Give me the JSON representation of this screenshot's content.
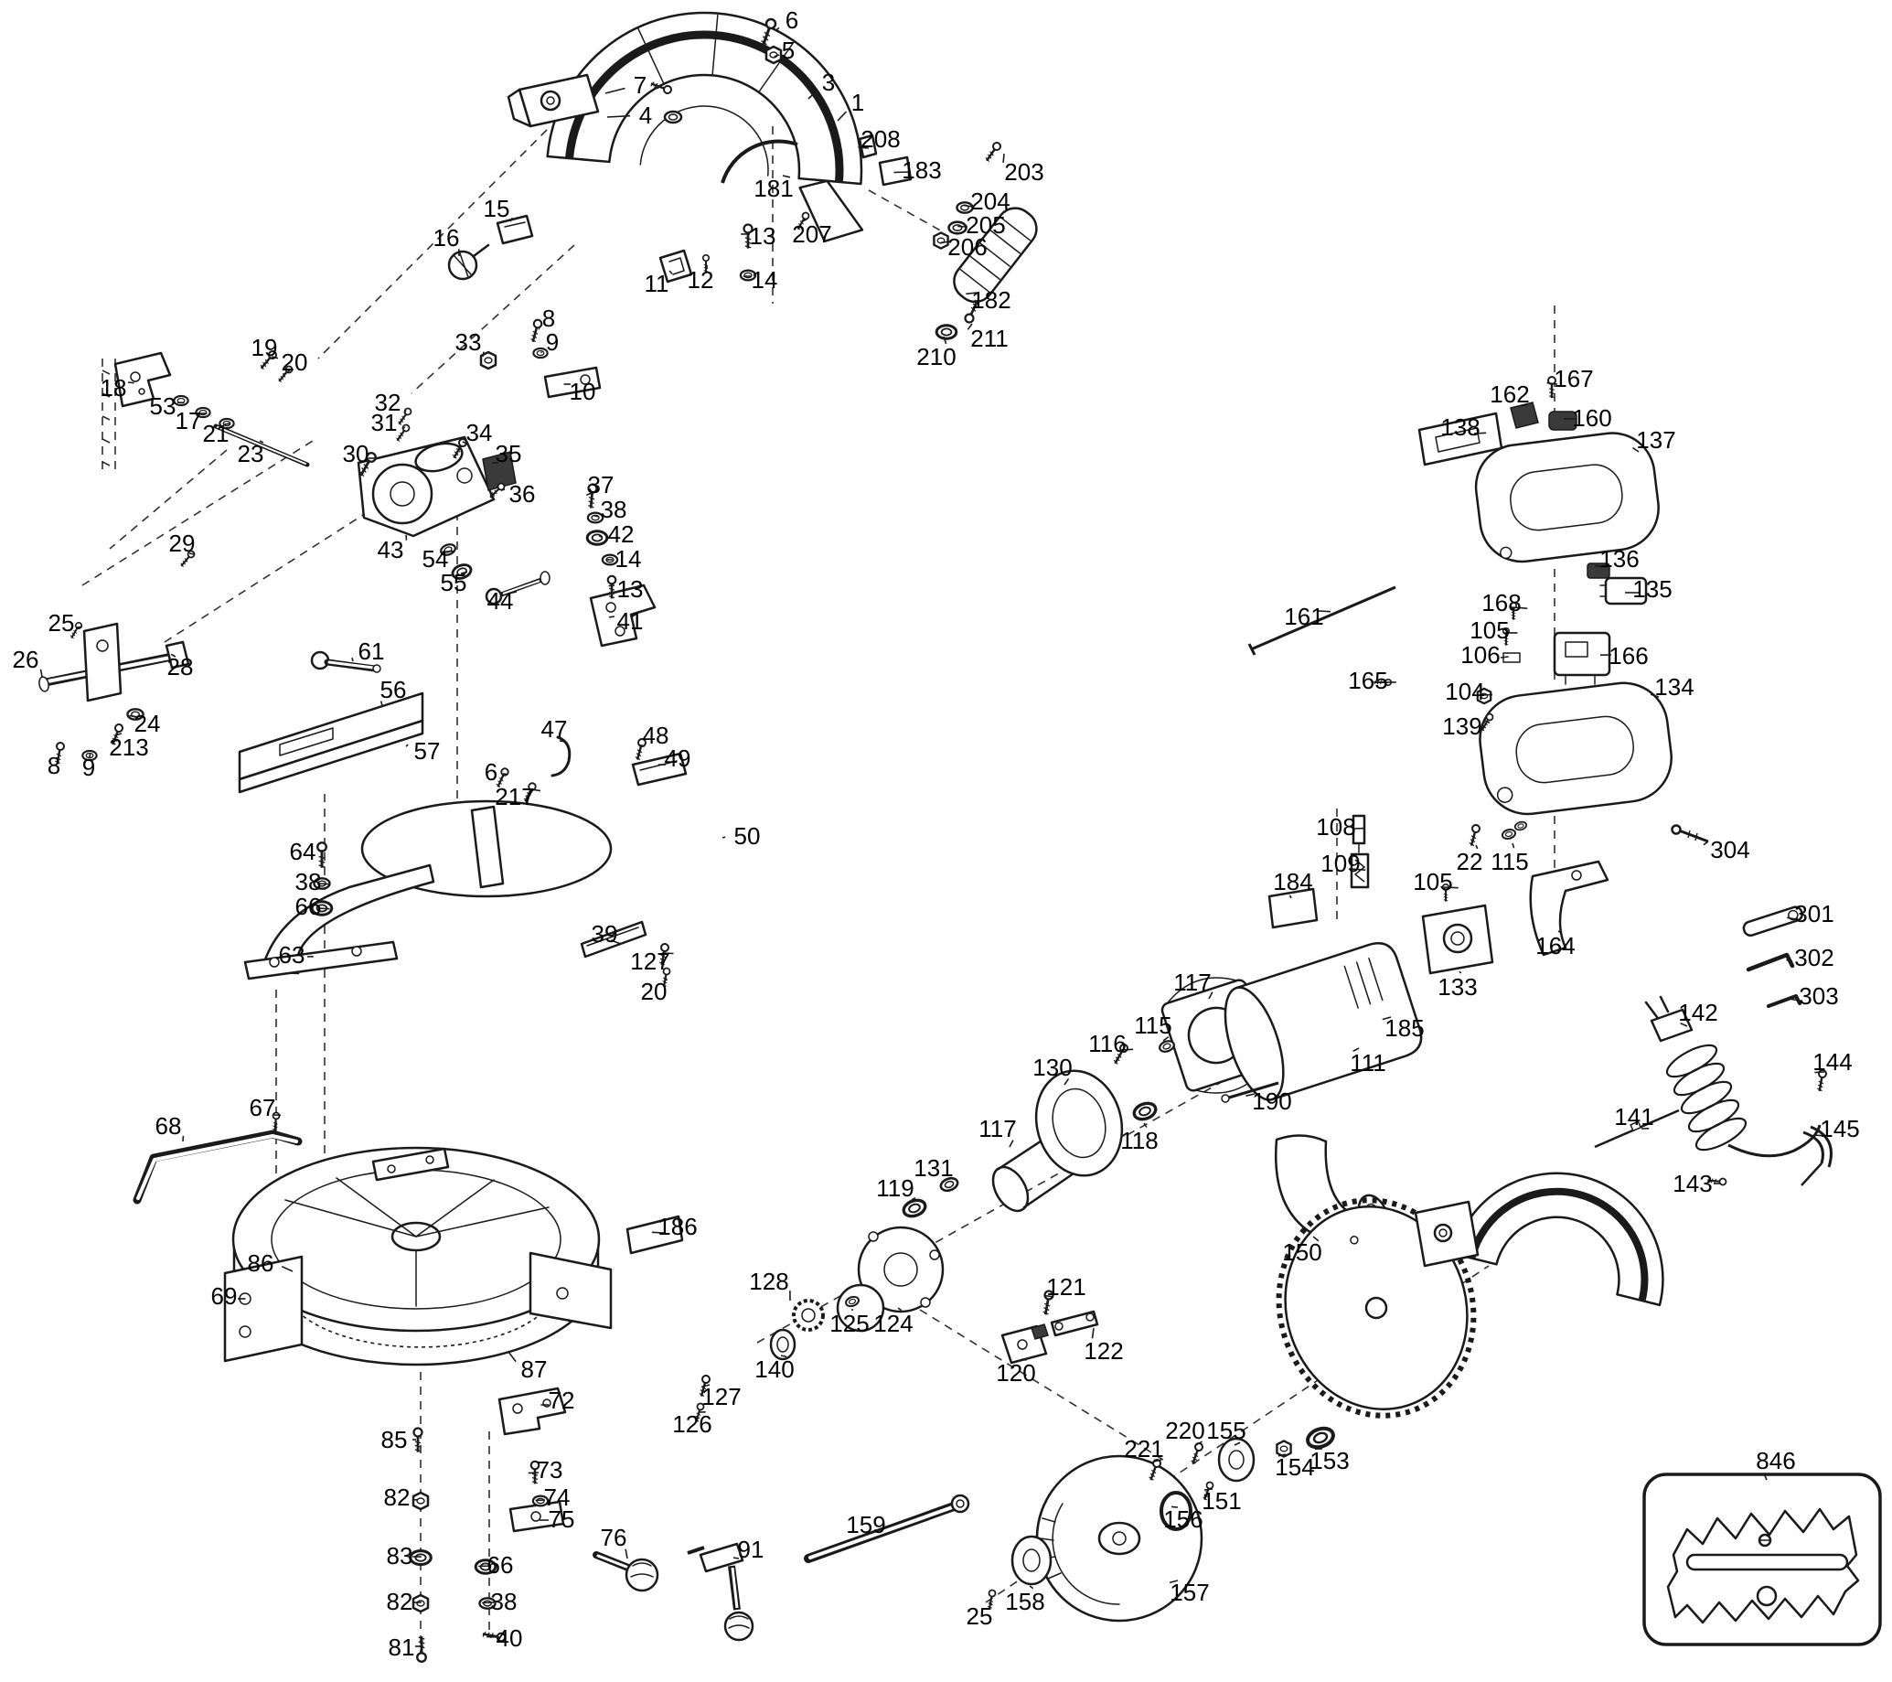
{
  "diagram": {
    "name": "miter-saw-exploded-parts-diagram",
    "ink": "#1a1a1a",
    "background": "#ffffff",
    "inset_part": "846",
    "labels": [
      [
        "6",
        866,
        22,
        848,
        34
      ],
      [
        "5",
        862,
        55,
        852,
        60
      ],
      [
        "7",
        700,
        93,
        662,
        102
      ],
      [
        "4",
        706,
        126,
        664,
        128
      ],
      [
        "3",
        906,
        90,
        884,
        108
      ],
      [
        "1",
        938,
        112,
        916,
        132
      ],
      [
        "208",
        963,
        152,
        950,
        162
      ],
      [
        "183",
        1008,
        186,
        996,
        188
      ],
      [
        "203",
        1120,
        188,
        1098,
        168
      ],
      [
        "181",
        846,
        206,
        856,
        192
      ],
      [
        "204",
        1083,
        220,
        1064,
        226
      ],
      [
        "207",
        888,
        256,
        882,
        240
      ],
      [
        "205",
        1078,
        246,
        1058,
        248
      ],
      [
        "206",
        1058,
        270,
        1040,
        264
      ],
      [
        "15",
        543,
        228,
        558,
        242
      ],
      [
        "16",
        488,
        260,
        502,
        280
      ],
      [
        "13",
        834,
        258,
        820,
        256
      ],
      [
        "11",
        718,
        310,
        732,
        296
      ],
      [
        "12",
        766,
        306,
        771,
        292
      ],
      [
        "14",
        836,
        306,
        821,
        302
      ],
      [
        "182",
        1084,
        328,
        1068,
        320
      ],
      [
        "211",
        1082,
        370,
        1063,
        354
      ],
      [
        "210",
        1024,
        390,
        1032,
        368
      ],
      [
        "8",
        600,
        348,
        590,
        360
      ],
      [
        "9",
        604,
        374,
        592,
        386
      ],
      [
        "33",
        512,
        374,
        528,
        390
      ],
      [
        "19",
        289,
        380,
        297,
        390
      ],
      [
        "20",
        322,
        396,
        317,
        405
      ],
      [
        "18",
        124,
        424,
        140,
        418
      ],
      [
        "10",
        637,
        428,
        624,
        420
      ],
      [
        "53",
        178,
        444,
        194,
        440
      ],
      [
        "32",
        424,
        440,
        442,
        452
      ],
      [
        "31",
        420,
        462,
        440,
        469
      ],
      [
        "17",
        206,
        460,
        219,
        452
      ],
      [
        "21",
        236,
        474,
        245,
        464
      ],
      [
        "34",
        524,
        473,
        510,
        485
      ],
      [
        "23",
        274,
        496,
        284,
        482
      ],
      [
        "30",
        389,
        496,
        403,
        501
      ],
      [
        "35",
        556,
        496,
        545,
        506
      ],
      [
        "36",
        571,
        540,
        552,
        535
      ],
      [
        "37",
        657,
        530,
        650,
        538
      ],
      [
        "38",
        671,
        557,
        655,
        565
      ],
      [
        "42",
        679,
        584,
        658,
        587
      ],
      [
        "43",
        427,
        601,
        444,
        585
      ],
      [
        "54",
        476,
        611,
        488,
        603
      ],
      [
        "14",
        687,
        611,
        670,
        612
      ],
      [
        "29",
        199,
        594,
        207,
        605
      ],
      [
        "55",
        496,
        637,
        504,
        627
      ],
      [
        "13",
        689,
        644,
        672,
        640
      ],
      [
        "44",
        547,
        657,
        556,
        649
      ],
      [
        "41",
        689,
        679,
        672,
        674
      ],
      [
        "25",
        67,
        681,
        84,
        686
      ],
      [
        "26",
        28,
        721,
        46,
        740
      ],
      [
        "28",
        197,
        729,
        192,
        718
      ],
      [
        "61",
        406,
        712,
        386,
        723
      ],
      [
        "56",
        430,
        754,
        418,
        772
      ],
      [
        "24",
        161,
        791,
        151,
        784
      ],
      [
        "213",
        141,
        817,
        133,
        802
      ],
      [
        "57",
        467,
        821,
        446,
        814
      ],
      [
        "8",
        59,
        837,
        65,
        822
      ],
      [
        "9",
        97,
        839,
        98,
        828
      ],
      [
        "47",
        606,
        797,
        612,
        810
      ],
      [
        "48",
        717,
        804,
        705,
        816
      ],
      [
        "6",
        537,
        844,
        550,
        846
      ],
      [
        "49",
        741,
        829,
        728,
        836
      ],
      [
        "217",
        563,
        871,
        580,
        863
      ],
      [
        "50",
        817,
        914,
        790,
        916
      ],
      [
        "64",
        331,
        931,
        348,
        930
      ],
      [
        "38",
        337,
        964,
        348,
        966
      ],
      [
        "66",
        337,
        991,
        348,
        993
      ],
      [
        "63",
        319,
        1044,
        336,
        1046
      ],
      [
        "39",
        661,
        1021,
        668,
        1028
      ],
      [
        "127",
        711,
        1051,
        724,
        1042
      ],
      [
        "20",
        715,
        1084,
        727,
        1068
      ],
      [
        "167",
        1721,
        414,
        1703,
        420
      ],
      [
        "162",
        1651,
        431,
        1662,
        444
      ],
      [
        "160",
        1741,
        457,
        1724,
        458
      ],
      [
        "138",
        1597,
        467,
        1612,
        474
      ],
      [
        "137",
        1811,
        481,
        1792,
        494
      ],
      [
        "136",
        1771,
        611,
        1756,
        620
      ],
      [
        "135",
        1807,
        644,
        1792,
        648
      ],
      [
        "161",
        1426,
        674,
        1442,
        668
      ],
      [
        "168",
        1642,
        659,
        1653,
        664
      ],
      [
        "105",
        1629,
        689,
        1644,
        692
      ],
      [
        "106",
        1619,
        716,
        1641,
        719
      ],
      [
        "166",
        1781,
        717,
        1762,
        716
      ],
      [
        "165",
        1496,
        744,
        1512,
        746
      ],
      [
        "104",
        1602,
        756,
        1618,
        760
      ],
      [
        "134",
        1831,
        751,
        1814,
        762
      ],
      [
        "139",
        1599,
        794,
        1624,
        788
      ],
      [
        "108",
        1461,
        904,
        1480,
        906
      ],
      [
        "109",
        1466,
        944,
        1477,
        950
      ],
      [
        "184",
        1414,
        964,
        1412,
        982
      ],
      [
        "105",
        1567,
        964,
        1579,
        970
      ],
      [
        "304",
        1892,
        929,
        1868,
        920
      ],
      [
        "22",
        1607,
        942,
        1614,
        924
      ],
      [
        "115",
        1651,
        942,
        1654,
        922
      ],
      [
        "164",
        1701,
        1034,
        1704,
        1018
      ],
      [
        "301",
        1984,
        999,
        1964,
        1005
      ],
      [
        "302",
        1984,
        1047,
        1960,
        1051
      ],
      [
        "303",
        1989,
        1089,
        1968,
        1094
      ],
      [
        "133",
        1594,
        1079,
        1596,
        1062
      ],
      [
        "117",
        1304,
        1074,
        1322,
        1092
      ],
      [
        "185",
        1536,
        1124,
        1521,
        1112
      ],
      [
        "111",
        1496,
        1162,
        1486,
        1146
      ],
      [
        "142",
        1857,
        1107,
        1845,
        1122
      ],
      [
        "116",
        1211,
        1141,
        1226,
        1148
      ],
      [
        "115",
        1261,
        1121,
        1272,
        1138
      ],
      [
        "130",
        1151,
        1167,
        1164,
        1186
      ],
      [
        "190",
        1391,
        1204,
        1372,
        1196
      ],
      [
        "144",
        2004,
        1161,
        1995,
        1172
      ],
      [
        "141",
        1787,
        1221,
        1795,
        1234
      ],
      [
        "145",
        2012,
        1234,
        1997,
        1242
      ],
      [
        "118",
        1246,
        1247,
        1251,
        1228
      ],
      [
        "117",
        1091,
        1234,
        1104,
        1254
      ],
      [
        "143",
        1851,
        1294,
        1874,
        1294
      ],
      [
        "131",
        1021,
        1277,
        1033,
        1290
      ],
      [
        "119",
        979,
        1299,
        994,
        1314
      ],
      [
        "150",
        1424,
        1369,
        1436,
        1352
      ],
      [
        "186",
        741,
        1341,
        726,
        1348
      ],
      [
        "128",
        841,
        1401,
        864,
        1422
      ],
      [
        "121",
        1166,
        1407,
        1152,
        1418
      ],
      [
        "125",
        929,
        1447,
        931,
        1432
      ],
      [
        "124",
        977,
        1447,
        982,
        1430
      ],
      [
        "140",
        847,
        1497,
        854,
        1482
      ],
      [
        "122",
        1207,
        1477,
        1196,
        1452
      ],
      [
        "120",
        1111,
        1501,
        1117,
        1486
      ],
      [
        "127",
        789,
        1527,
        776,
        1514
      ],
      [
        "126",
        757,
        1557,
        764,
        1544
      ],
      [
        "220",
        1296,
        1564,
        1308,
        1580
      ],
      [
        "155",
        1341,
        1564,
        1350,
        1580
      ],
      [
        "221",
        1251,
        1584,
        1262,
        1598
      ],
      [
        "154",
        1416,
        1604,
        1406,
        1590
      ],
      [
        "153",
        1454,
        1597,
        1446,
        1584
      ],
      [
        "151",
        1336,
        1641,
        1326,
        1628
      ],
      [
        "156",
        1294,
        1661,
        1288,
        1648
      ],
      [
        "159",
        947,
        1667,
        960,
        1680
      ],
      [
        "157",
        1301,
        1741,
        1288,
        1728
      ],
      [
        "158",
        1121,
        1751,
        1126,
        1734
      ],
      [
        "25",
        1071,
        1767,
        1082,
        1752
      ],
      [
        "91",
        821,
        1694,
        808,
        1704
      ],
      [
        "846",
        1942,
        1597,
        1932,
        1618
      ],
      [
        "67",
        287,
        1211,
        299,
        1219
      ],
      [
        "68",
        184,
        1231,
        200,
        1248
      ],
      [
        "86",
        285,
        1381,
        320,
        1390
      ],
      [
        "69",
        245,
        1417,
        260,
        1420
      ],
      [
        "87",
        584,
        1497,
        556,
        1478
      ],
      [
        "72",
        614,
        1531,
        600,
        1536
      ],
      [
        "85",
        431,
        1574,
        451,
        1574
      ],
      [
        "73",
        601,
        1607,
        589,
        1610
      ],
      [
        "82",
        434,
        1637,
        452,
        1640
      ],
      [
        "74",
        609,
        1637,
        596,
        1640
      ],
      [
        "75",
        614,
        1661,
        600,
        1662
      ],
      [
        "76",
        671,
        1681,
        686,
        1704
      ],
      [
        "83",
        437,
        1701,
        451,
        1702
      ],
      [
        "66",
        547,
        1711,
        537,
        1712
      ],
      [
        "82",
        437,
        1751,
        452,
        1752
      ],
      [
        "38",
        551,
        1751,
        540,
        1752
      ],
      [
        "40",
        557,
        1791,
        546,
        1790
      ],
      [
        "81",
        439,
        1801,
        454,
        1800
      ]
    ]
  }
}
